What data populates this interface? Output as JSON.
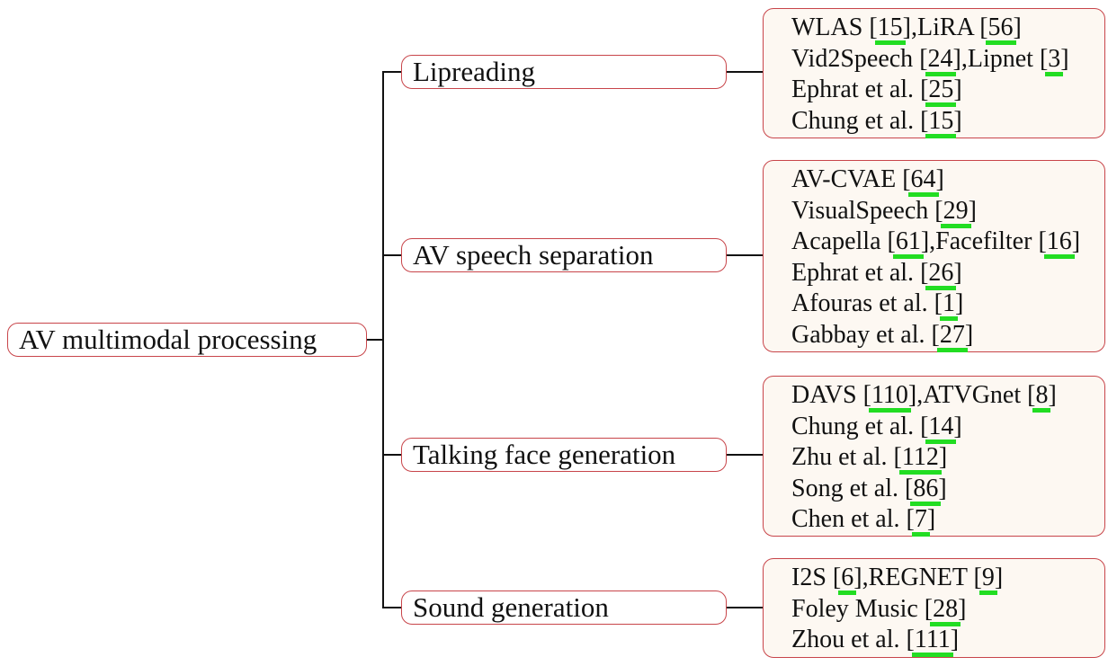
{
  "root": {
    "label": "AV multimodal processing"
  },
  "categories": [
    {
      "label": "Lipreading",
      "works": [
        [
          {
            "text": "WLAS ",
            "ref": "15"
          },
          {
            "text": ",LiRA ",
            "ref": "56"
          }
        ],
        [
          {
            "text": "Vid2Speech ",
            "ref": "24"
          },
          {
            "text": ",Lipnet ",
            "ref": "3"
          }
        ],
        [
          {
            "text": "Ephrat et al. ",
            "ref": "25"
          }
        ],
        [
          {
            "text": "Chung et al. ",
            "ref": "15"
          }
        ]
      ]
    },
    {
      "label": "AV speech separation",
      "works": [
        [
          {
            "text": "AV-CVAE ",
            "ref": "64"
          }
        ],
        [
          {
            "text": "VisualSpeech ",
            "ref": "29"
          }
        ],
        [
          {
            "text": "Acapella ",
            "ref": "61"
          },
          {
            "text": ",Facefilter ",
            "ref": "16"
          }
        ],
        [
          {
            "text": "Ephrat et al. ",
            "ref": "26"
          }
        ],
        [
          {
            "text": "Afouras et al. ",
            "ref": "1"
          }
        ],
        [
          {
            "text": "Gabbay et al. ",
            "ref": "27"
          }
        ]
      ]
    },
    {
      "label": "Talking face generation",
      "works": [
        [
          {
            "text": "DAVS ",
            "ref": "110"
          },
          {
            "text": ",ATVGnet ",
            "ref": "8"
          }
        ],
        [
          {
            "text": "Chung et al. ",
            "ref": "14"
          }
        ],
        [
          {
            "text": "Zhu et al. ",
            "ref": "112"
          }
        ],
        [
          {
            "text": "Song et al. ",
            "ref": "86"
          }
        ],
        [
          {
            "text": "Chen et al. ",
            "ref": "7"
          }
        ]
      ]
    },
    {
      "label": "Sound generation",
      "works": [
        [
          {
            "text": "I2S ",
            "ref": "6"
          },
          {
            "text": ",REGNET ",
            "ref": "9"
          }
        ],
        [
          {
            "text": "Foley Music ",
            "ref": "28"
          }
        ],
        [
          {
            "text": "Zhou et al. ",
            "ref": "111"
          }
        ]
      ]
    }
  ],
  "colors": {
    "node_border": "#c8454a",
    "leaf_background": "#fdf8f2",
    "citation_highlight": "#22dd22",
    "connector": "#111111"
  }
}
